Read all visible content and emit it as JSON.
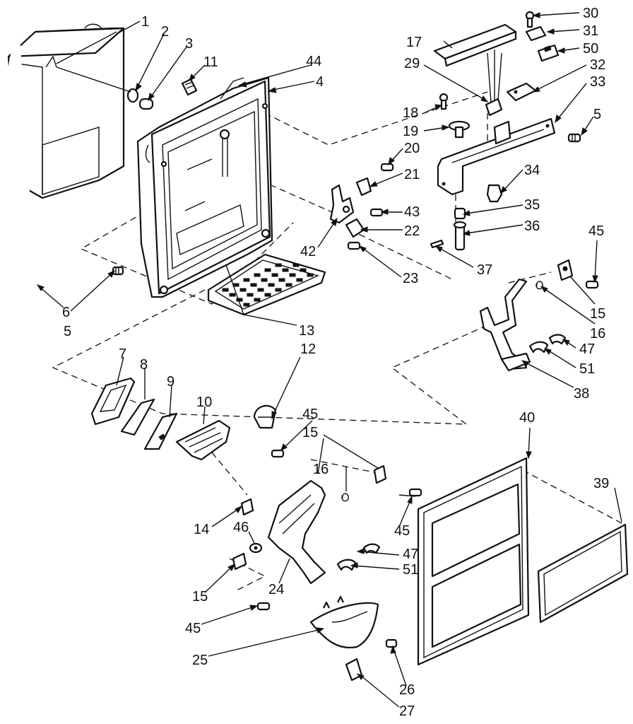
{
  "colors": {
    "ink": "#111111",
    "paper": "#ffffff"
  },
  "callouts": [
    {
      "id": "c1",
      "text": "1"
    },
    {
      "id": "c2",
      "text": "2"
    },
    {
      "id": "c3",
      "text": "3"
    },
    {
      "id": "c4",
      "text": "4"
    },
    {
      "id": "c5a",
      "text": "5"
    },
    {
      "id": "c5b",
      "text": "5"
    },
    {
      "id": "c6",
      "text": "6"
    },
    {
      "id": "c7",
      "text": "7"
    },
    {
      "id": "c8",
      "text": "8"
    },
    {
      "id": "c9",
      "text": "9"
    },
    {
      "id": "c10",
      "text": "10"
    },
    {
      "id": "c11",
      "text": "11"
    },
    {
      "id": "c12",
      "text": "12"
    },
    {
      "id": "c13",
      "text": "13"
    },
    {
      "id": "c14",
      "text": "14"
    },
    {
      "id": "c15a",
      "text": "15"
    },
    {
      "id": "c15b",
      "text": "15"
    },
    {
      "id": "c15c",
      "text": "15"
    },
    {
      "id": "c16a",
      "text": "16"
    },
    {
      "id": "c16b",
      "text": "16"
    },
    {
      "id": "c17",
      "text": "17"
    },
    {
      "id": "c18",
      "text": "18"
    },
    {
      "id": "c19",
      "text": "19"
    },
    {
      "id": "c20",
      "text": "20"
    },
    {
      "id": "c21",
      "text": "21"
    },
    {
      "id": "c22",
      "text": "22"
    },
    {
      "id": "c23",
      "text": "23"
    },
    {
      "id": "c24",
      "text": "24"
    },
    {
      "id": "c25",
      "text": "25"
    },
    {
      "id": "c26",
      "text": "26"
    },
    {
      "id": "c27",
      "text": "27"
    },
    {
      "id": "c29",
      "text": "29"
    },
    {
      "id": "c30",
      "text": "30"
    },
    {
      "id": "c31",
      "text": "31"
    },
    {
      "id": "c32",
      "text": "32"
    },
    {
      "id": "c33",
      "text": "33"
    },
    {
      "id": "c34",
      "text": "34"
    },
    {
      "id": "c35",
      "text": "35"
    },
    {
      "id": "c36",
      "text": "36"
    },
    {
      "id": "c37",
      "text": "37"
    },
    {
      "id": "c38",
      "text": "38"
    },
    {
      "id": "c39",
      "text": "39"
    },
    {
      "id": "c40",
      "text": "40"
    },
    {
      "id": "c42",
      "text": "42"
    },
    {
      "id": "c43",
      "text": "43"
    },
    {
      "id": "c44",
      "text": "44"
    },
    {
      "id": "c45a",
      "text": "45"
    },
    {
      "id": "c45b",
      "text": "45"
    },
    {
      "id": "c45c",
      "text": "45"
    },
    {
      "id": "c45d",
      "text": "45"
    },
    {
      "id": "c46",
      "text": "46"
    },
    {
      "id": "c47a",
      "text": "47"
    },
    {
      "id": "c47b",
      "text": "47"
    },
    {
      "id": "c50",
      "text": "50"
    },
    {
      "id": "c51a",
      "text": "51"
    },
    {
      "id": "c51b",
      "text": "51"
    }
  ]
}
